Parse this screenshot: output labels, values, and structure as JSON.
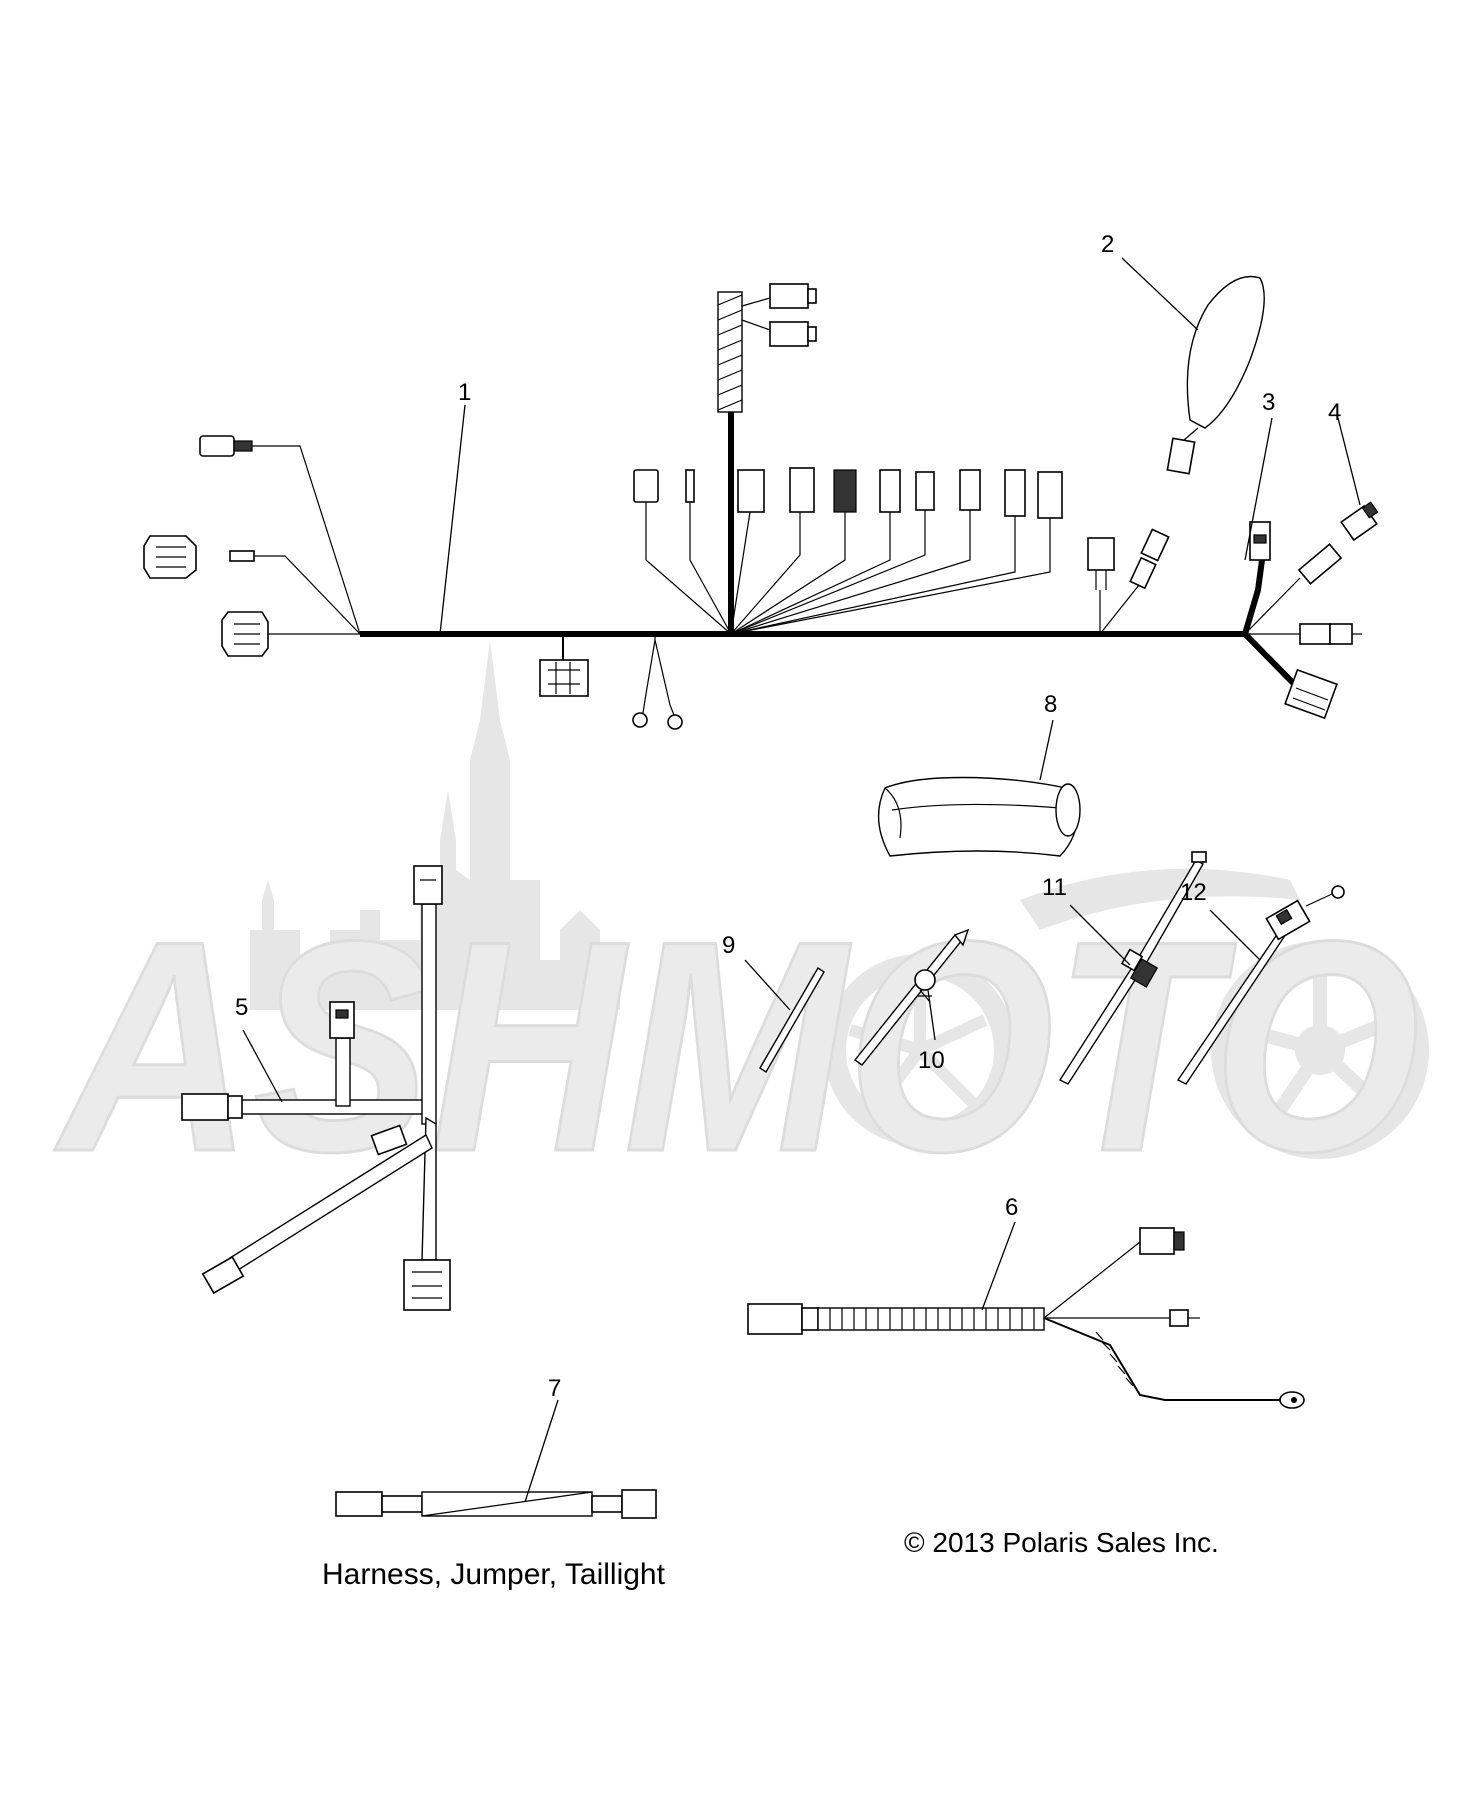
{
  "callouts": [
    {
      "id": "1",
      "label": "1"
    },
    {
      "id": "2",
      "label": "2"
    },
    {
      "id": "3",
      "label": "3"
    },
    {
      "id": "4",
      "label": "4"
    },
    {
      "id": "5",
      "label": "5"
    },
    {
      "id": "6",
      "label": "6"
    },
    {
      "id": "7",
      "label": "7"
    },
    {
      "id": "8",
      "label": "8"
    },
    {
      "id": "9",
      "label": "9"
    },
    {
      "id": "10",
      "label": "10"
    },
    {
      "id": "11",
      "label": "11"
    },
    {
      "id": "12",
      "label": "12"
    }
  ],
  "caption": "Harness, Jumper, Taillight",
  "copyright": "© 2013 Polaris Sales Inc.",
  "watermark": {
    "text": "ASHMOTO",
    "color": "#e6e6e6"
  }
}
